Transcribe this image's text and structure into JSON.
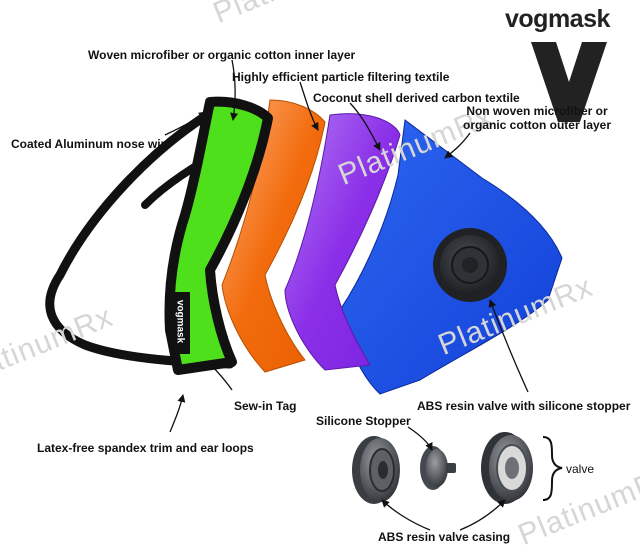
{
  "brand": {
    "name": "vogmask",
    "tag_text": "vogmask"
  },
  "watermark": {
    "text": "PlatinumRx"
  },
  "labels": {
    "inner_layer": "Woven microfiber or organic cotton inner layer",
    "filter_textile": "Highly efficient particle filtering textile",
    "carbon_textile": "Coconut shell derived carbon textile",
    "outer_layer": "Non woven microfiber or organic cotton outer layer",
    "nose_wire": "Coated Aluminum nose wire",
    "sew_in_tag": "Sew-in Tag",
    "abs_valve": "ABS resin valve with silicone stopper",
    "silicone_stopper": "Silicone Stopper",
    "spandex_trim": "Latex-free spandex trim and ear loops",
    "valve": "valve",
    "valve_casing": "ABS resin valve casing"
  },
  "colors": {
    "inner_layer": "#4fe01c",
    "filter_layer": "#f26b0c",
    "carbon_layer": "#8b2fe8",
    "outer_layer": "#1a4fe6",
    "trim": "#111111",
    "valve": "#2a2d31",
    "watermark": "#d6d6d6"
  }
}
